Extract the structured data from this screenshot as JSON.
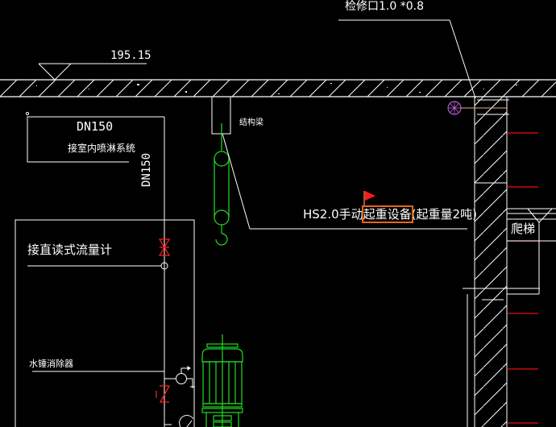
{
  "drawing": {
    "background": "#000000",
    "colors": {
      "line": "#ffffff",
      "equipment": "#22dd22",
      "valve": "#ff2020",
      "dimension_red": "#ee1111",
      "drain": "#cc66ee",
      "leader_orange": "#f0b070",
      "highlight": "#e8641e",
      "flag": "#ff1a1a"
    }
  },
  "labels": {
    "access_opening": "检修口1.0 *0.8",
    "elevation": "195.15",
    "pipe_size_box": "DN150",
    "to_sprinkler_system": "接室内喷淋系统",
    "pipe_size_vertical": "DN150",
    "structural_beam": "结构梁",
    "hoist_prefix": "HS2.0手动",
    "hoist_highlight": "起重设备",
    "hoist_suffix": "(起重量2吨)",
    "flow_meter": "接直读式流量计",
    "water_hammer": "水锤消除器",
    "ladder": "爬梯"
  }
}
